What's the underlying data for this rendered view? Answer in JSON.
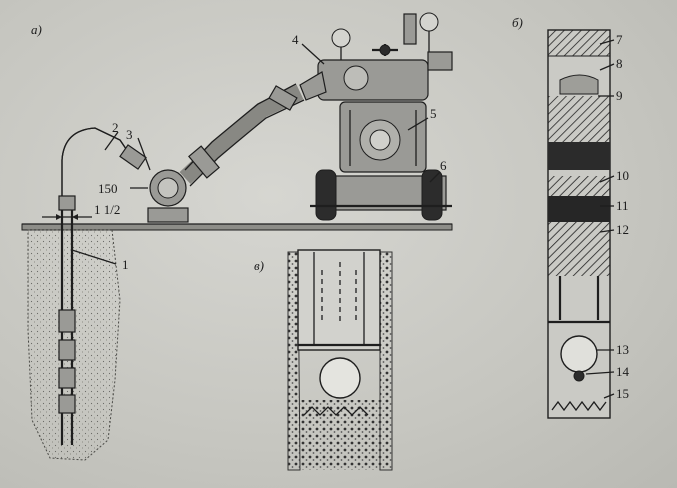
{
  "sections": {
    "a": "а)",
    "b": "б)",
    "v": "в)"
  },
  "callouts": [
    "1",
    "2",
    "3",
    "4",
    "5",
    "6",
    "7",
    "8",
    "9",
    "10",
    "11",
    "12",
    "13",
    "14",
    "15"
  ],
  "dimensions": {
    "size": "150",
    "span": "1 1/2"
  }
}
